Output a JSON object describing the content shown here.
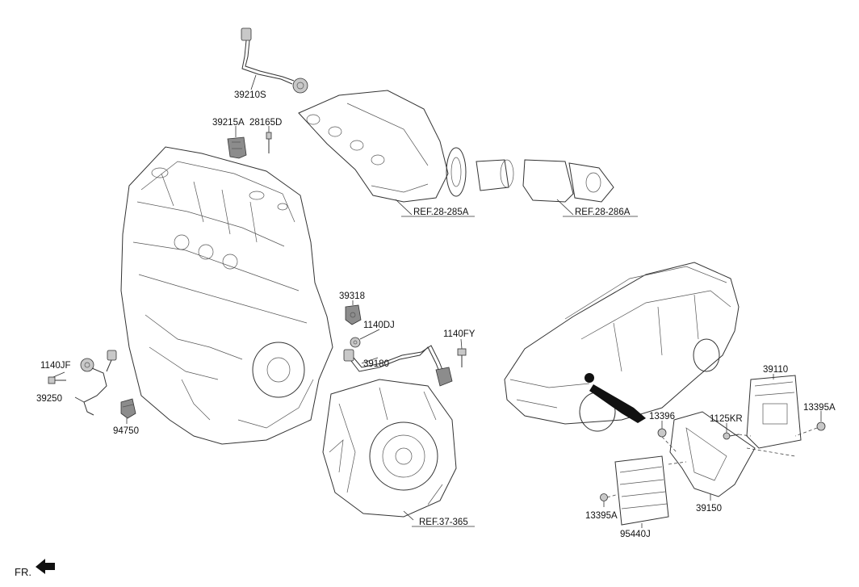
{
  "labels": {
    "o2_sensor_upper": "39210S",
    "bracket_a": "39215A",
    "bolt_a": "28165D",
    "ref_exhaust_manifold": "REF.28-285A",
    "ref_catalytic": "REF.28-286A",
    "cam_sensor": "39318",
    "bolt_dj": "1140DJ",
    "bolt_fy": "1140FY",
    "crank_sensor": "39180",
    "bolt_jf": "1140JF",
    "knock_sensor": "39250",
    "oil_sensor": "94750",
    "ref_transaxle": "REF.37-365",
    "ecm": "39110",
    "nut_13395a_right": "13395A",
    "nut_13396": "13396",
    "bolt_1125kr": "1125KR",
    "ecm_bracket": "39150",
    "nut_13395a_left": "13395A",
    "tcm": "95440J",
    "front_indicator": "FR."
  }
}
